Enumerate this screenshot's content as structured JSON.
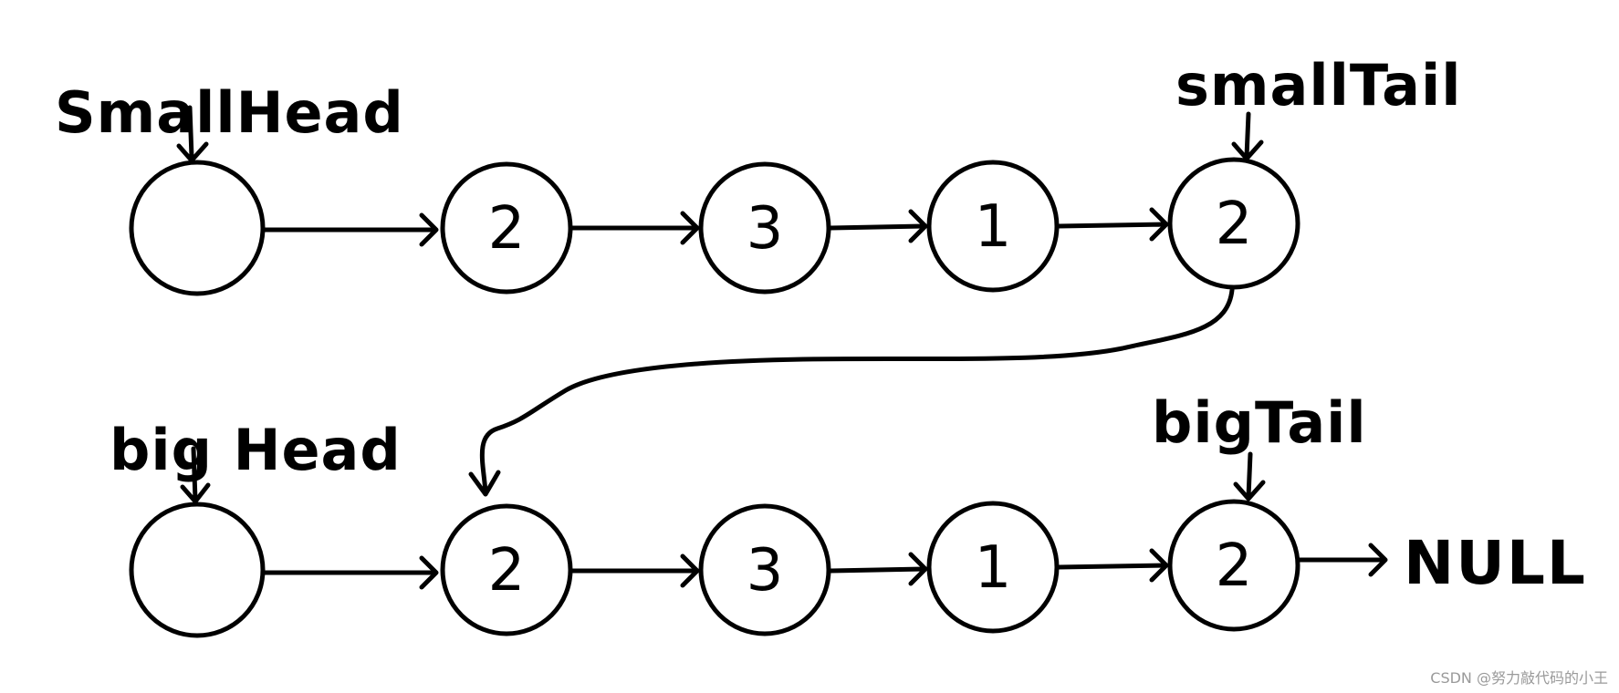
{
  "pointers": {
    "small_head": "SmallHead",
    "small_tail": "smallTail",
    "big_head": "big Head",
    "big_tail": "bigTail"
  },
  "lists": {
    "small": {
      "nodes": [
        "",
        "2",
        "3",
        "1",
        "2"
      ]
    },
    "big": {
      "nodes": [
        "",
        "2",
        "3",
        "1",
        "2"
      ]
    }
  },
  "terminator": "NULL",
  "watermark": "CSDN @努力敲代码的小王",
  "colors": {
    "ink": "#000000",
    "background": "#ffffff",
    "watermark": "#9a9a9a"
  }
}
